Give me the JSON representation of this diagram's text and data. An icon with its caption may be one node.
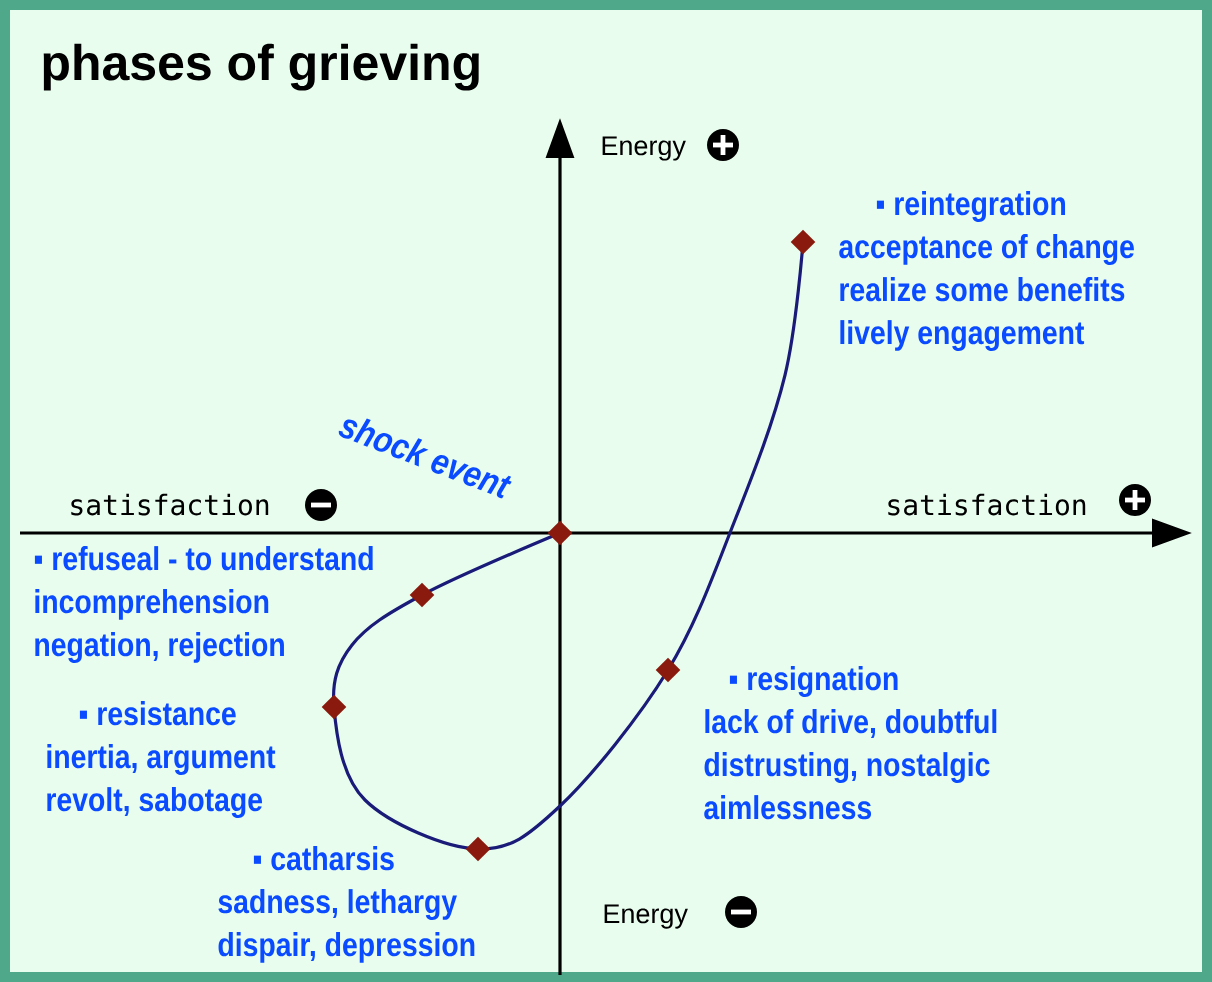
{
  "diagram": {
    "title": "phases of grieving",
    "labels": [
      "Energy",
      "▪ reintegration",
      "acceptance of change",
      "realize some benefits",
      "lively engagement",
      "shock event",
      "satisfaction",
      "satisfaction",
      "▪ refuseal -  to understand",
      "incomprehension",
      "negation, rejection",
      "▪ resignation",
      "lack of drive, doubtful",
      "distrusting, nostalgic",
      "aimlessness",
      "▪ resistance",
      "inertia, argument",
      "revolt, sabotage",
      "▪ catharsis",
      "sadness, lethargy",
      "dispair, depression",
      "Energy"
    ]
  }
}
